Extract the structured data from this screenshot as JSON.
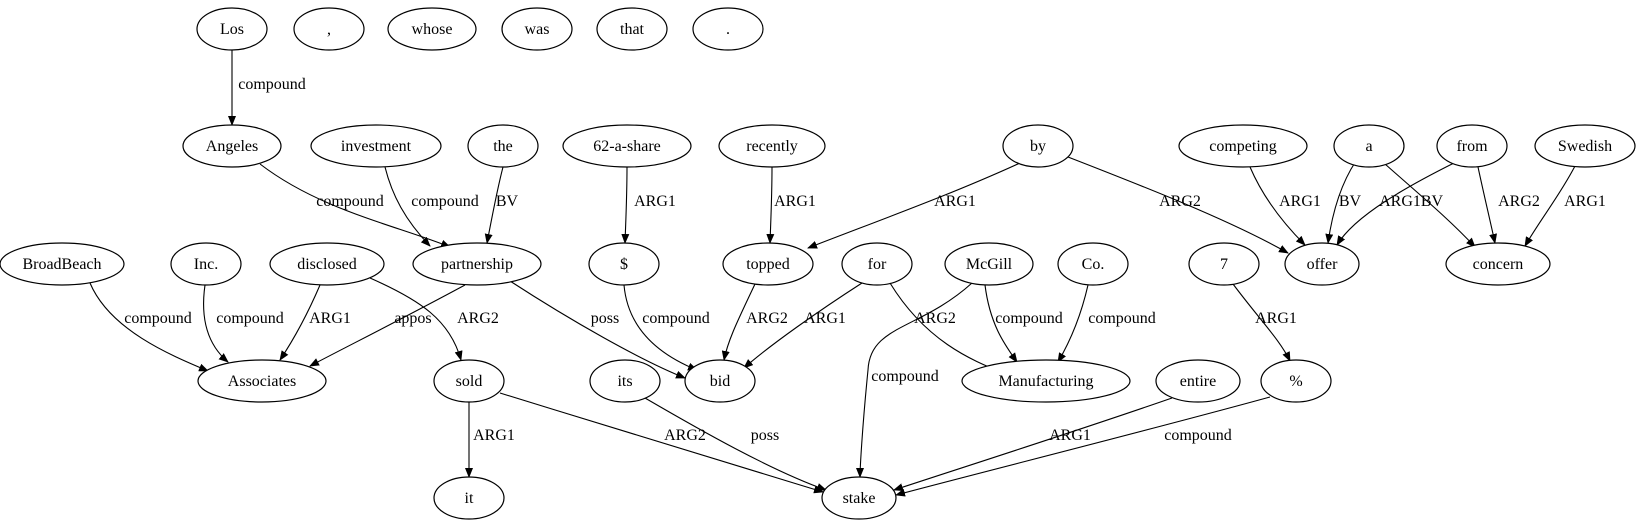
{
  "graph": {
    "nodes": [
      {
        "id": "Los",
        "label": "Los"
      },
      {
        "id": "comma",
        "label": ","
      },
      {
        "id": "whose",
        "label": "whose"
      },
      {
        "id": "was",
        "label": "was"
      },
      {
        "id": "that",
        "label": "that"
      },
      {
        "id": "period",
        "label": "."
      },
      {
        "id": "Angeles",
        "label": "Angeles"
      },
      {
        "id": "investment",
        "label": "investment"
      },
      {
        "id": "the",
        "label": "the"
      },
      {
        "id": "sixtytwo",
        "label": "62-a-share"
      },
      {
        "id": "recently",
        "label": "recently"
      },
      {
        "id": "by",
        "label": "by"
      },
      {
        "id": "competing",
        "label": "competing"
      },
      {
        "id": "a",
        "label": "a"
      },
      {
        "id": "from",
        "label": "from"
      },
      {
        "id": "Swedish",
        "label": "Swedish"
      },
      {
        "id": "BroadBeach",
        "label": "BroadBeach"
      },
      {
        "id": "Inc",
        "label": "Inc."
      },
      {
        "id": "disclosed",
        "label": "disclosed"
      },
      {
        "id": "partnership",
        "label": "partnership"
      },
      {
        "id": "dollar",
        "label": "$"
      },
      {
        "id": "topped",
        "label": "topped"
      },
      {
        "id": "for",
        "label": "for"
      },
      {
        "id": "McGill",
        "label": "McGill"
      },
      {
        "id": "Co",
        "label": "Co."
      },
      {
        "id": "seven",
        "label": "7"
      },
      {
        "id": "offer",
        "label": "offer"
      },
      {
        "id": "concern",
        "label": "concern"
      },
      {
        "id": "Associates",
        "label": "Associates"
      },
      {
        "id": "sold",
        "label": "sold"
      },
      {
        "id": "its",
        "label": "its"
      },
      {
        "id": "bid",
        "label": "bid"
      },
      {
        "id": "Manufacturing",
        "label": "Manufacturing"
      },
      {
        "id": "entire",
        "label": "entire"
      },
      {
        "id": "percent",
        "label": "%"
      },
      {
        "id": "it",
        "label": "it"
      },
      {
        "id": "stake",
        "label": "stake"
      }
    ],
    "edges": [
      {
        "from": "Los",
        "to": "Angeles",
        "label": "compound"
      },
      {
        "from": "Angeles",
        "to": "partnership",
        "label": "compound"
      },
      {
        "from": "investment",
        "to": "partnership",
        "label": "compound"
      },
      {
        "from": "the",
        "to": "partnership",
        "label": "BV"
      },
      {
        "from": "sixtytwo",
        "to": "dollar",
        "label": "ARG1"
      },
      {
        "from": "recently",
        "to": "topped",
        "label": "ARG1"
      },
      {
        "from": "by",
        "to": "topped",
        "label": "ARG1"
      },
      {
        "from": "by",
        "to": "offer",
        "label": "ARG2"
      },
      {
        "from": "competing",
        "to": "offer",
        "label": "ARG1"
      },
      {
        "from": "a",
        "to": "offer",
        "label": "BV"
      },
      {
        "from": "a",
        "to": "concern",
        "label": "BV"
      },
      {
        "from": "from",
        "to": "offer",
        "label": "ARG1"
      },
      {
        "from": "from",
        "to": "concern",
        "label": "ARG2"
      },
      {
        "from": "Swedish",
        "to": "concern",
        "label": "ARG1"
      },
      {
        "from": "BroadBeach",
        "to": "Associates",
        "label": "compound"
      },
      {
        "from": "Inc",
        "to": "Associates",
        "label": "compound"
      },
      {
        "from": "disclosed",
        "to": "Associates",
        "label": "ARG1"
      },
      {
        "from": "disclosed",
        "to": "sold",
        "label": "ARG2"
      },
      {
        "from": "partnership",
        "to": "Associates",
        "label": "appos"
      },
      {
        "from": "partnership",
        "to": "bid",
        "label": "poss"
      },
      {
        "from": "dollar",
        "to": "bid",
        "label": "compound"
      },
      {
        "from": "topped",
        "to": "bid",
        "label": "ARG2"
      },
      {
        "from": "for",
        "to": "bid",
        "label": "ARG1"
      },
      {
        "from": "for",
        "to": "Manufacturing",
        "label": "ARG2"
      },
      {
        "from": "McGill",
        "to": "Manufacturing",
        "label": "compound"
      },
      {
        "from": "McGill",
        "to": "stake",
        "label": "compound"
      },
      {
        "from": "Co",
        "to": "Manufacturing",
        "label": "compound"
      },
      {
        "from": "seven",
        "to": "percent",
        "label": "ARG1"
      },
      {
        "from": "sold",
        "to": "it",
        "label": "ARG1"
      },
      {
        "from": "sold",
        "to": "stake",
        "label": "ARG2"
      },
      {
        "from": "its",
        "to": "stake",
        "label": "poss"
      },
      {
        "from": "entire",
        "to": "stake",
        "label": "ARG1"
      },
      {
        "from": "percent",
        "to": "stake",
        "label": "compound"
      }
    ]
  }
}
